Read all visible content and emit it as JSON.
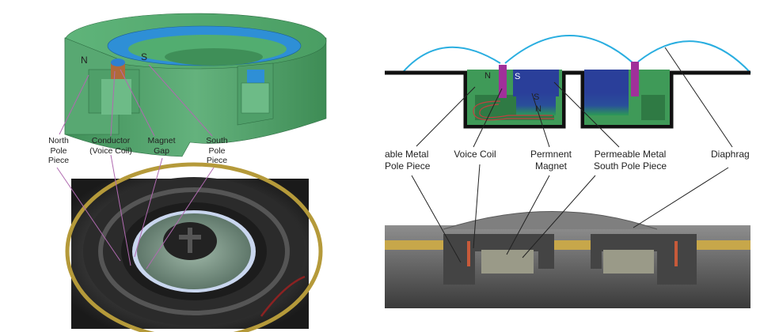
{
  "left_diagram": {
    "magnet_letters": {
      "north": "N",
      "south": "S"
    },
    "labels": {
      "north_pole_piece": "North\nPole\nPiece",
      "conductor": "Conductor\n(Voice Coil)",
      "magnet_gap": "Magnet\nGap",
      "south_pole_piece": "South\nPole\nPiece"
    }
  },
  "right_diagram": {
    "magnet_letters": {
      "n_top": "N",
      "s_top": "S",
      "s_lower": "S",
      "n_lower": "N"
    },
    "labels": {
      "metal_pole_piece": "able Metal\nPole Piece",
      "voice_coil": "Voice Coil",
      "permanent_magnet": "Permnent\nMagnet",
      "south_pole_piece": "Permeable Metal\nSouth Pole Piece",
      "diaphragm": "Diaphrag"
    }
  },
  "colors": {
    "pole_green": "#3f9a58",
    "magnet_blue": "#2a3f9a",
    "coil_purple": "#a0309a",
    "diaphragm_blue": "#2aaee0",
    "pointer_purple": "#b06ab0"
  }
}
